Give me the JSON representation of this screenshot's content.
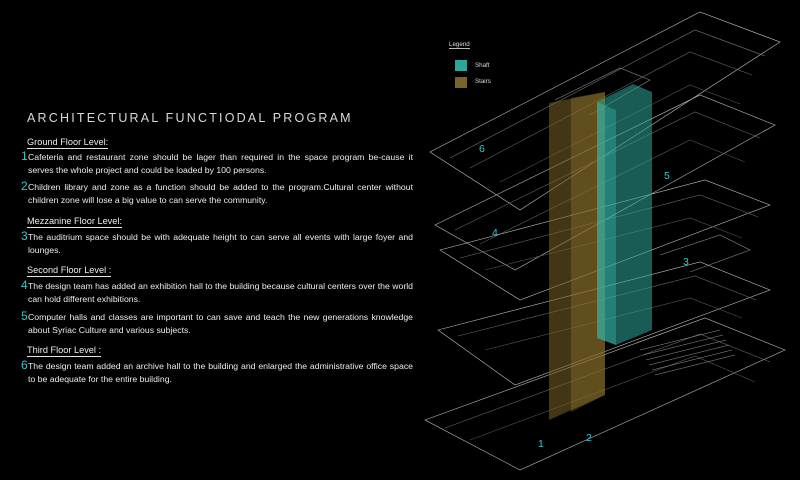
{
  "title": "ARCHITECTURAL FUNCTIODAL PROGRAM",
  "levels": [
    {
      "heading": "Ground Floor Level:"
    },
    {
      "heading": "Mezzanine Floor Level:"
    },
    {
      "heading": "Second Floor Level :"
    },
    {
      "heading": "Third Floor  Level :"
    }
  ],
  "items": [
    {
      "num": "1",
      "text": "Cafeteria and restaurant zone should be lager than required in the space program be-cause it serves the whole project and could be loaded by 100 persons."
    },
    {
      "num": "2",
      "text": "Children library and zone as a function should be added to the program.Cultural center without children zone will lose a big value to can serve the community."
    },
    {
      "num": "3",
      "text": "The auditrium space should be with adequate height to can serve all events with large foyer and lounges."
    },
    {
      "num": "4",
      "text": "The design team has added an exhibition hall to the building because cultural centers over the world can hold different exhibitions."
    },
    {
      "num": "5",
      "text": "Computer halls and classes are important to can save and teach the new generations knowledge about Syriac Culture and various subjects."
    },
    {
      "num": "6",
      "text": "The design team added an archive hall to the building and enlarged the administrative office space to be adequate for the entire building."
    }
  ],
  "legend": {
    "title": "Legend",
    "entries": [
      {
        "label": "Shaft",
        "color": "#2ca79a"
      },
      {
        "label": "Stairs",
        "color": "#7a6326"
      }
    ]
  },
  "diagram_labels": [
    "1",
    "2",
    "3",
    "4",
    "5",
    "6"
  ],
  "colors": {
    "accent": "#37c6cc",
    "shaft": "#2ca79a",
    "stairs": "#7a6326",
    "background": "#000000"
  }
}
